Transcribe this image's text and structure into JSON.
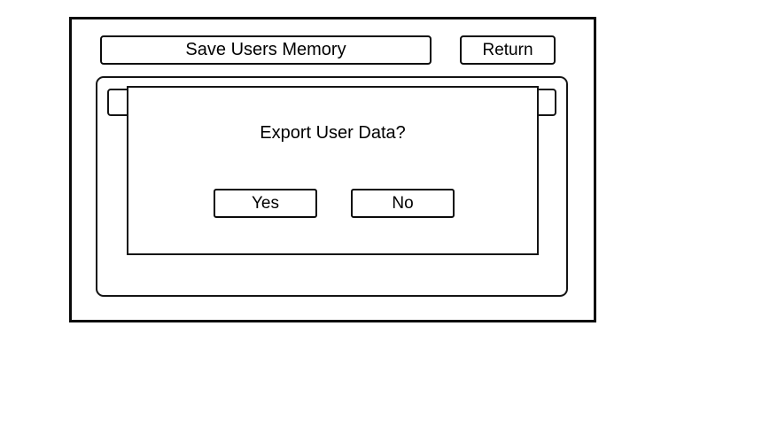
{
  "header": {
    "title": "Save Users Memory",
    "return_label": "Return"
  },
  "dialog": {
    "question": "Export User Data?",
    "yes_label": "Yes",
    "no_label": "No"
  },
  "colors": {
    "border": "#0a0a0a",
    "background": "#ffffff"
  }
}
